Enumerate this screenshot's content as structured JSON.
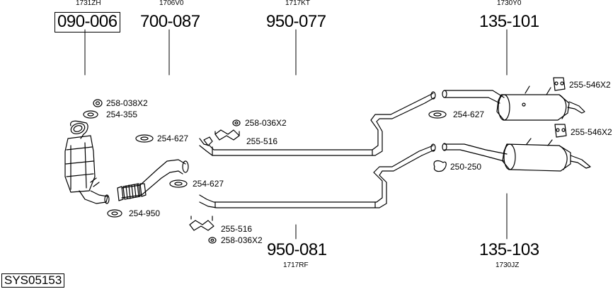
{
  "diagram": {
    "sheet_id": "SYS05153",
    "top_assemblies": [
      {
        "code": "1731ZH",
        "part": "090-006",
        "boxed": true
      },
      {
        "code": "1706V0",
        "part": "700-087",
        "boxed": false
      },
      {
        "code": "1717KT",
        "part": "950-077",
        "boxed": false
      },
      {
        "code": "1730Y0",
        "part": "135-101",
        "boxed": false
      }
    ],
    "bottom_assemblies": [
      {
        "code": "1717RF",
        "part": "950-081"
      },
      {
        "code": "1730JZ",
        "part": "135-103"
      }
    ],
    "hardware_labels": [
      "258-038X2",
      "254-355",
      "254-627",
      "254-950",
      "254-627",
      "258-036X2",
      "255-516",
      "255-516",
      "258-036X2",
      "254-627",
      "255-546X2",
      "255-546X2",
      "250-250"
    ],
    "colors": {
      "line": "#000000",
      "part_fill": "#ffffff"
    }
  }
}
